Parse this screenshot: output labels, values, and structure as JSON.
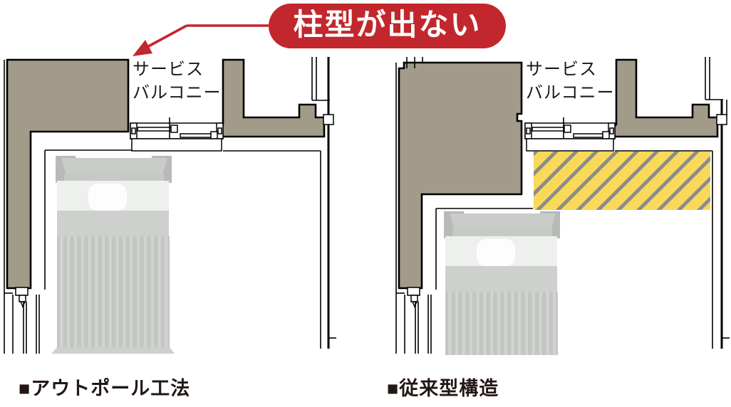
{
  "badge": {
    "text": "柱型が出ない"
  },
  "diagrams": {
    "left": {
      "balcony_label": {
        "line1": "サービス",
        "line2": "バルコニー"
      },
      "caption": "■アウトポール工法"
    },
    "right": {
      "balcony_label": {
        "line1": "サービス",
        "line2": "バルコニー"
      },
      "caption": "■従来型構造"
    }
  },
  "colors": {
    "accent_red": "#c1272d",
    "wall_tan": "#a39b89",
    "pillar_yellow": "#f9d95a",
    "hatch_gray": "#8c8c8c",
    "line_black": "#000000",
    "text_dark": "#231815",
    "bed_gray": "#c9ccc9",
    "bed_gray_dark": "#b7bab7",
    "bed_gray_mid": "#cdd0cd",
    "bed_band_light": "#eef0ee",
    "pillow_white": "#fdfdfd"
  }
}
